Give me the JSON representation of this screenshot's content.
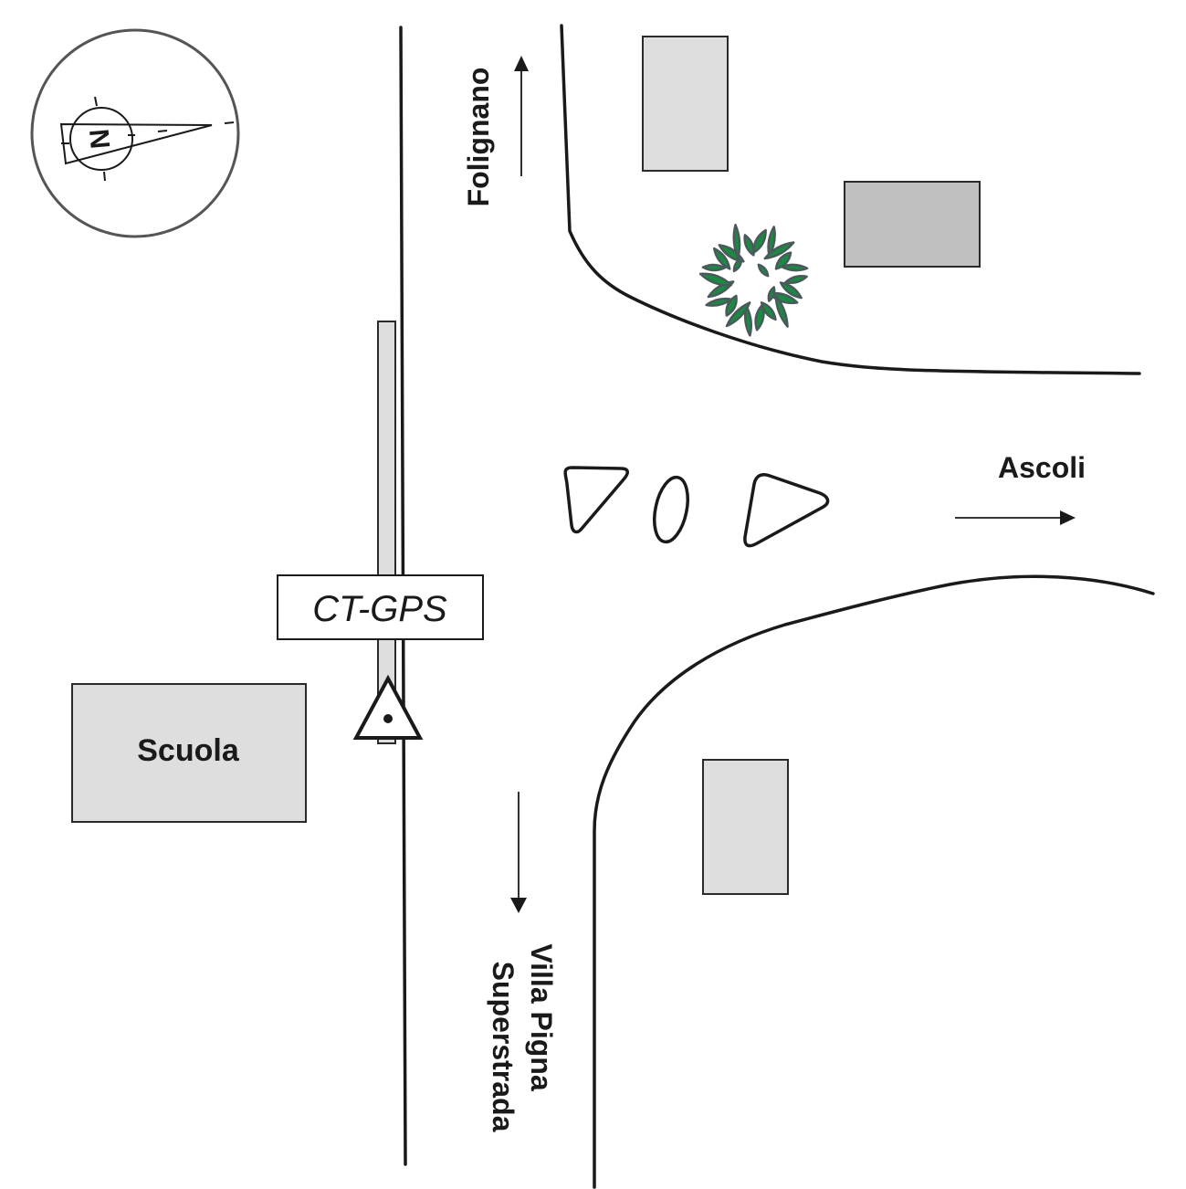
{
  "map": {
    "title": "",
    "colors": {
      "road": "#1a1a1a",
      "building_light": "#dedede",
      "building_dark": "#c0c0c0",
      "tree_fill": "#1a8a42",
      "tree_outline": "#4a5a5c",
      "compass_ring": "#555555"
    },
    "compass": {
      "letter": "N",
      "icon": "north-arrow-compass"
    },
    "directions": {
      "north": "Folignano",
      "east": "Ascoli",
      "south_line1": "Villa Pigna",
      "south_line2": "Superstrada"
    },
    "station": {
      "label": "CT-GPS",
      "icon": "survey-triangle-marker"
    },
    "buildings": [
      {
        "name": "building-north-1",
        "label": ""
      },
      {
        "name": "building-north-2",
        "label": ""
      },
      {
        "name": "building-school",
        "label": "Scuola"
      },
      {
        "name": "building-south-east",
        "label": ""
      }
    ],
    "features": {
      "tree": "tree-icon",
      "traffic_islands": 3
    }
  }
}
